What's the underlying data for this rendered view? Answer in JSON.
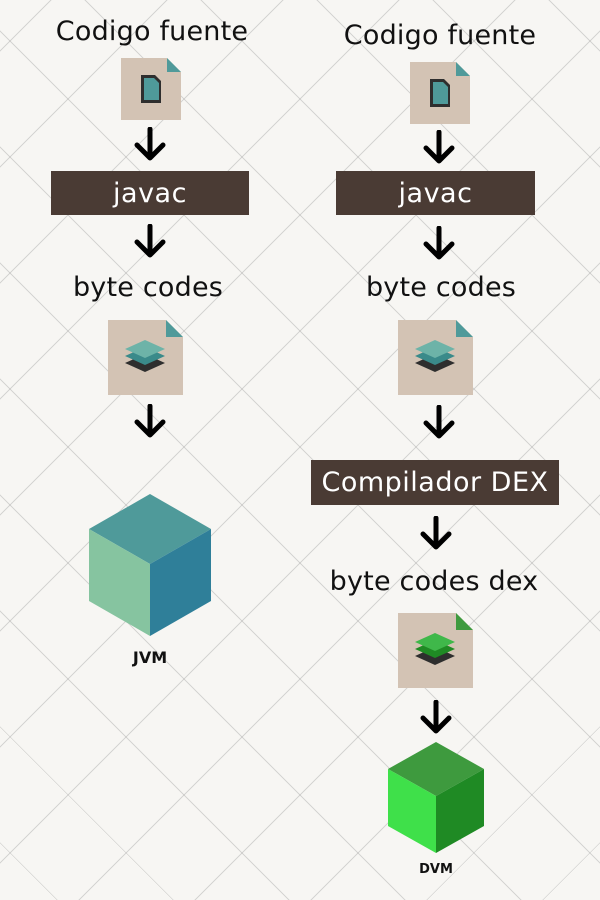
{
  "left": {
    "source_label": "Codigo fuente",
    "compiler_label": "javac",
    "bytecode_label": "byte codes",
    "vm_label": "JVM"
  },
  "right": {
    "source_label": "Codigo fuente",
    "compiler_label": "javac",
    "bytecode_label": "byte codes",
    "dex_compiler_label": "Compilador DEX",
    "dex_bytecode_label": "byte codes dex",
    "vm_label": "DVM"
  },
  "colors": {
    "bar": "#4a3b34",
    "file_bg": "#d3c3b4",
    "jvm_cube_top": "#4f9a9a",
    "jvm_cube_left": "#86c4a0",
    "jvm_cube_right": "#2f7f99",
    "dvm_cube_top": "#3e9a3e",
    "dvm_cube_left": "#3fe04a",
    "dvm_cube_right": "#1f8a24"
  }
}
